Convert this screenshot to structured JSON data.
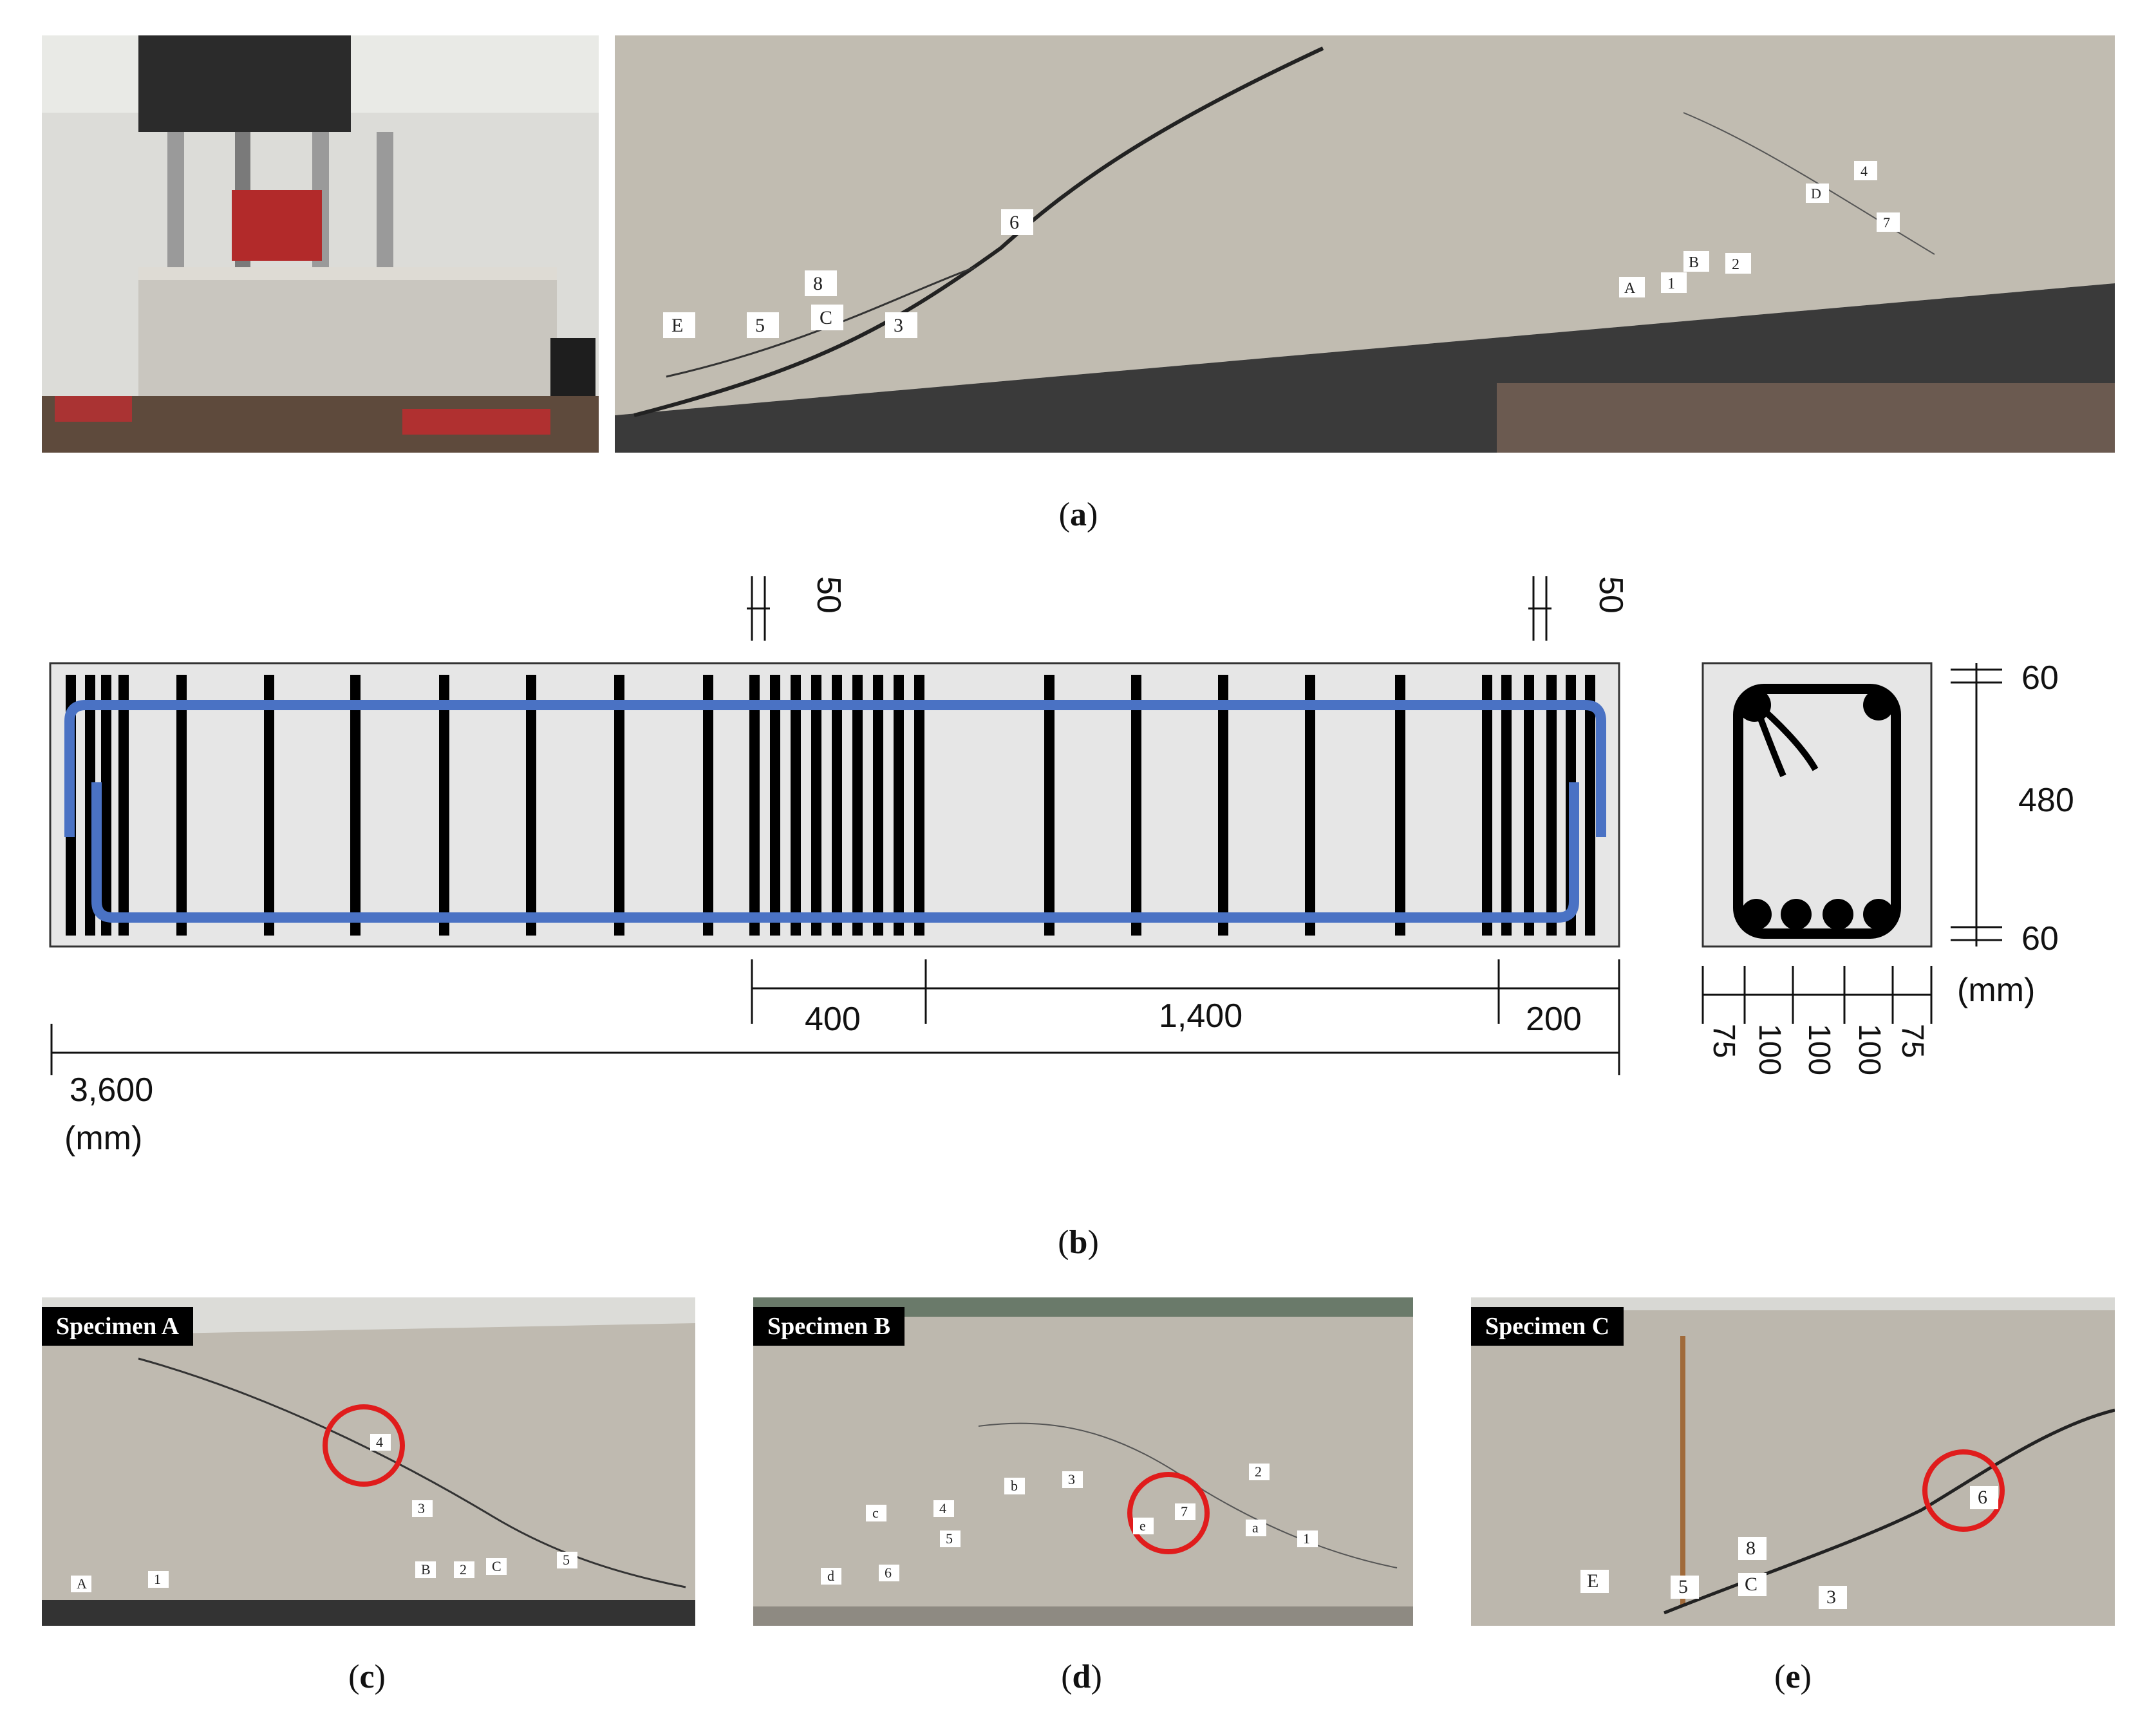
{
  "captions": {
    "a": "a",
    "b": "b",
    "c": "c",
    "d": "d",
    "e": "e"
  },
  "dimensions": {
    "top_left_gap": "50",
    "top_right_gap": "50",
    "span_400": "400",
    "span_1400": "1,400",
    "span_200": "200",
    "total_length": "3,600",
    "length_unit": "(mm)",
    "section_top_cover": "60",
    "section_height": "480",
    "section_bottom_cover": "60",
    "section_unit": "(mm)",
    "section_widths": [
      "75",
      "100",
      "100",
      "100",
      "75"
    ]
  },
  "specimens": {
    "c_label": "Specimen A",
    "d_label": "Specimen B",
    "e_label": "Specimen C"
  },
  "gauge_tags": {
    "a_photo": [
      "E",
      "5",
      "C",
      "3",
      "8",
      "6",
      "A",
      "1",
      "B",
      "2",
      "D",
      "4",
      "7"
    ],
    "c_photo": [
      "4",
      "3",
      "A",
      "1",
      "B",
      "2",
      "C",
      "5"
    ],
    "d_photo": [
      "b",
      "3",
      "2",
      "c",
      "4",
      "5",
      "e",
      "7",
      "a",
      "1",
      "d",
      "6"
    ],
    "e_photo": [
      "E",
      "5",
      "C",
      "3",
      "8",
      "6"
    ]
  },
  "colors": {
    "concrete": "#b9b4aa",
    "longitudinal_bar": "#4a72c4",
    "stirrup": "#000000",
    "highlight_circle": "#e01c1c",
    "beam_fill": "#e6e6e6"
  }
}
